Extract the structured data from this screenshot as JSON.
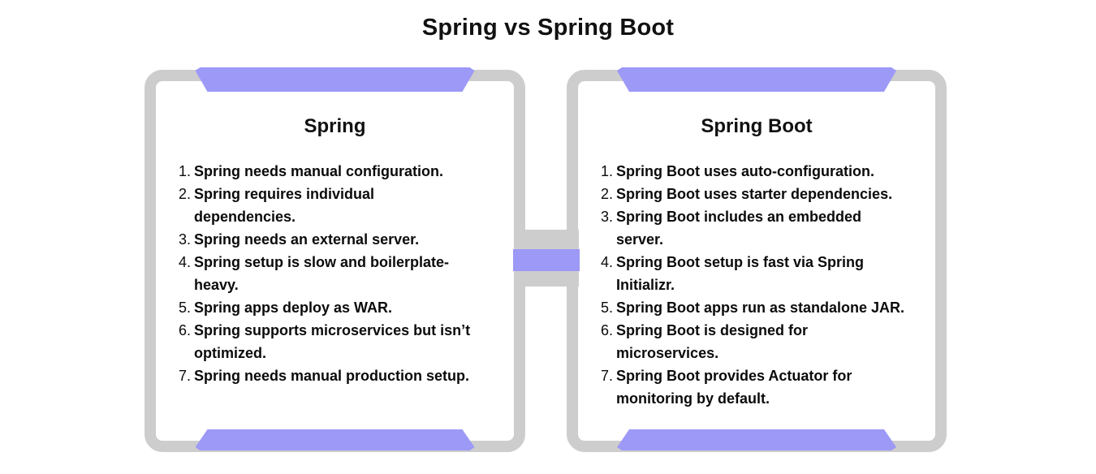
{
  "title": "Spring vs Spring Boot",
  "colors": {
    "accent": "#9d99f6",
    "frame": "#cdcdcd",
    "text": "#0b0b0b",
    "background": "#ffffff"
  },
  "cards": [
    {
      "heading": "Spring",
      "items": [
        {
          "num": "1.",
          "text": "Spring needs manual configuration."
        },
        {
          "num": "2.",
          "text": "Spring requires individual\ndependencies."
        },
        {
          "num": "3.",
          "text": "Spring needs an external server."
        },
        {
          "num": "4.",
          "text": "Spring setup is slow and boilerplate-\nheavy."
        },
        {
          "num": "5.",
          "text": "Spring apps deploy as WAR."
        },
        {
          "num": "6.",
          "text": "Spring supports microservices but isn’t\noptimized."
        },
        {
          "num": "7.",
          "text": "Spring needs manual production setup."
        }
      ]
    },
    {
      "heading": "Spring Boot",
      "items": [
        {
          "num": "1.",
          "text": "Spring Boot uses auto-configuration."
        },
        {
          "num": "2.",
          "text": "Spring Boot uses starter dependencies."
        },
        {
          "num": "3.",
          "text": "Spring Boot includes an embedded\nserver."
        },
        {
          "num": "4.",
          "text": "Spring Boot setup is fast via Spring\nInitializr."
        },
        {
          "num": "5.",
          "text": "Spring Boot apps run as standalone JAR."
        },
        {
          "num": "6.",
          "text": "Spring Boot is designed for\nmicroservices."
        },
        {
          "num": "7.",
          "text": "Spring Boot provides Actuator for\nmonitoring by default."
        }
      ]
    }
  ]
}
